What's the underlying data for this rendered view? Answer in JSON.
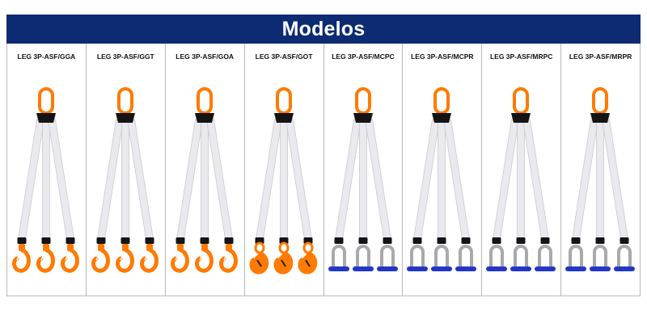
{
  "header": {
    "title": "Modelos"
  },
  "colors": {
    "banner": "#0d2b73",
    "master_link": "#ff7a00",
    "sling": "#e9e9ee",
    "hook": "#ff7a00",
    "shackle_body": "#a9a9ad",
    "shackle_pin": "#2436c6"
  },
  "models": [
    {
      "label": "LEG 3P-ASF/GGA",
      "fitting": "hook-latch-icon"
    },
    {
      "label": "LEG 3P-ASF/GGT",
      "fitting": "hook-latch-icon"
    },
    {
      "label": "LEG 3P-ASF/GOA",
      "fitting": "hook-latch-icon"
    },
    {
      "label": "LEG 3P-ASF/GOT",
      "fitting": "hook-eye-icon"
    },
    {
      "label": "LEG 3P-ASF/MCPC",
      "fitting": "shackle-icon"
    },
    {
      "label": "LEG 3P-ASF/MCPR",
      "fitting": "shackle-icon"
    },
    {
      "label": "LEG 3P-ASF/MRPC",
      "fitting": "shackle-icon"
    },
    {
      "label": "LEG 3P-ASF/MRPR",
      "fitting": "shackle-icon"
    }
  ]
}
